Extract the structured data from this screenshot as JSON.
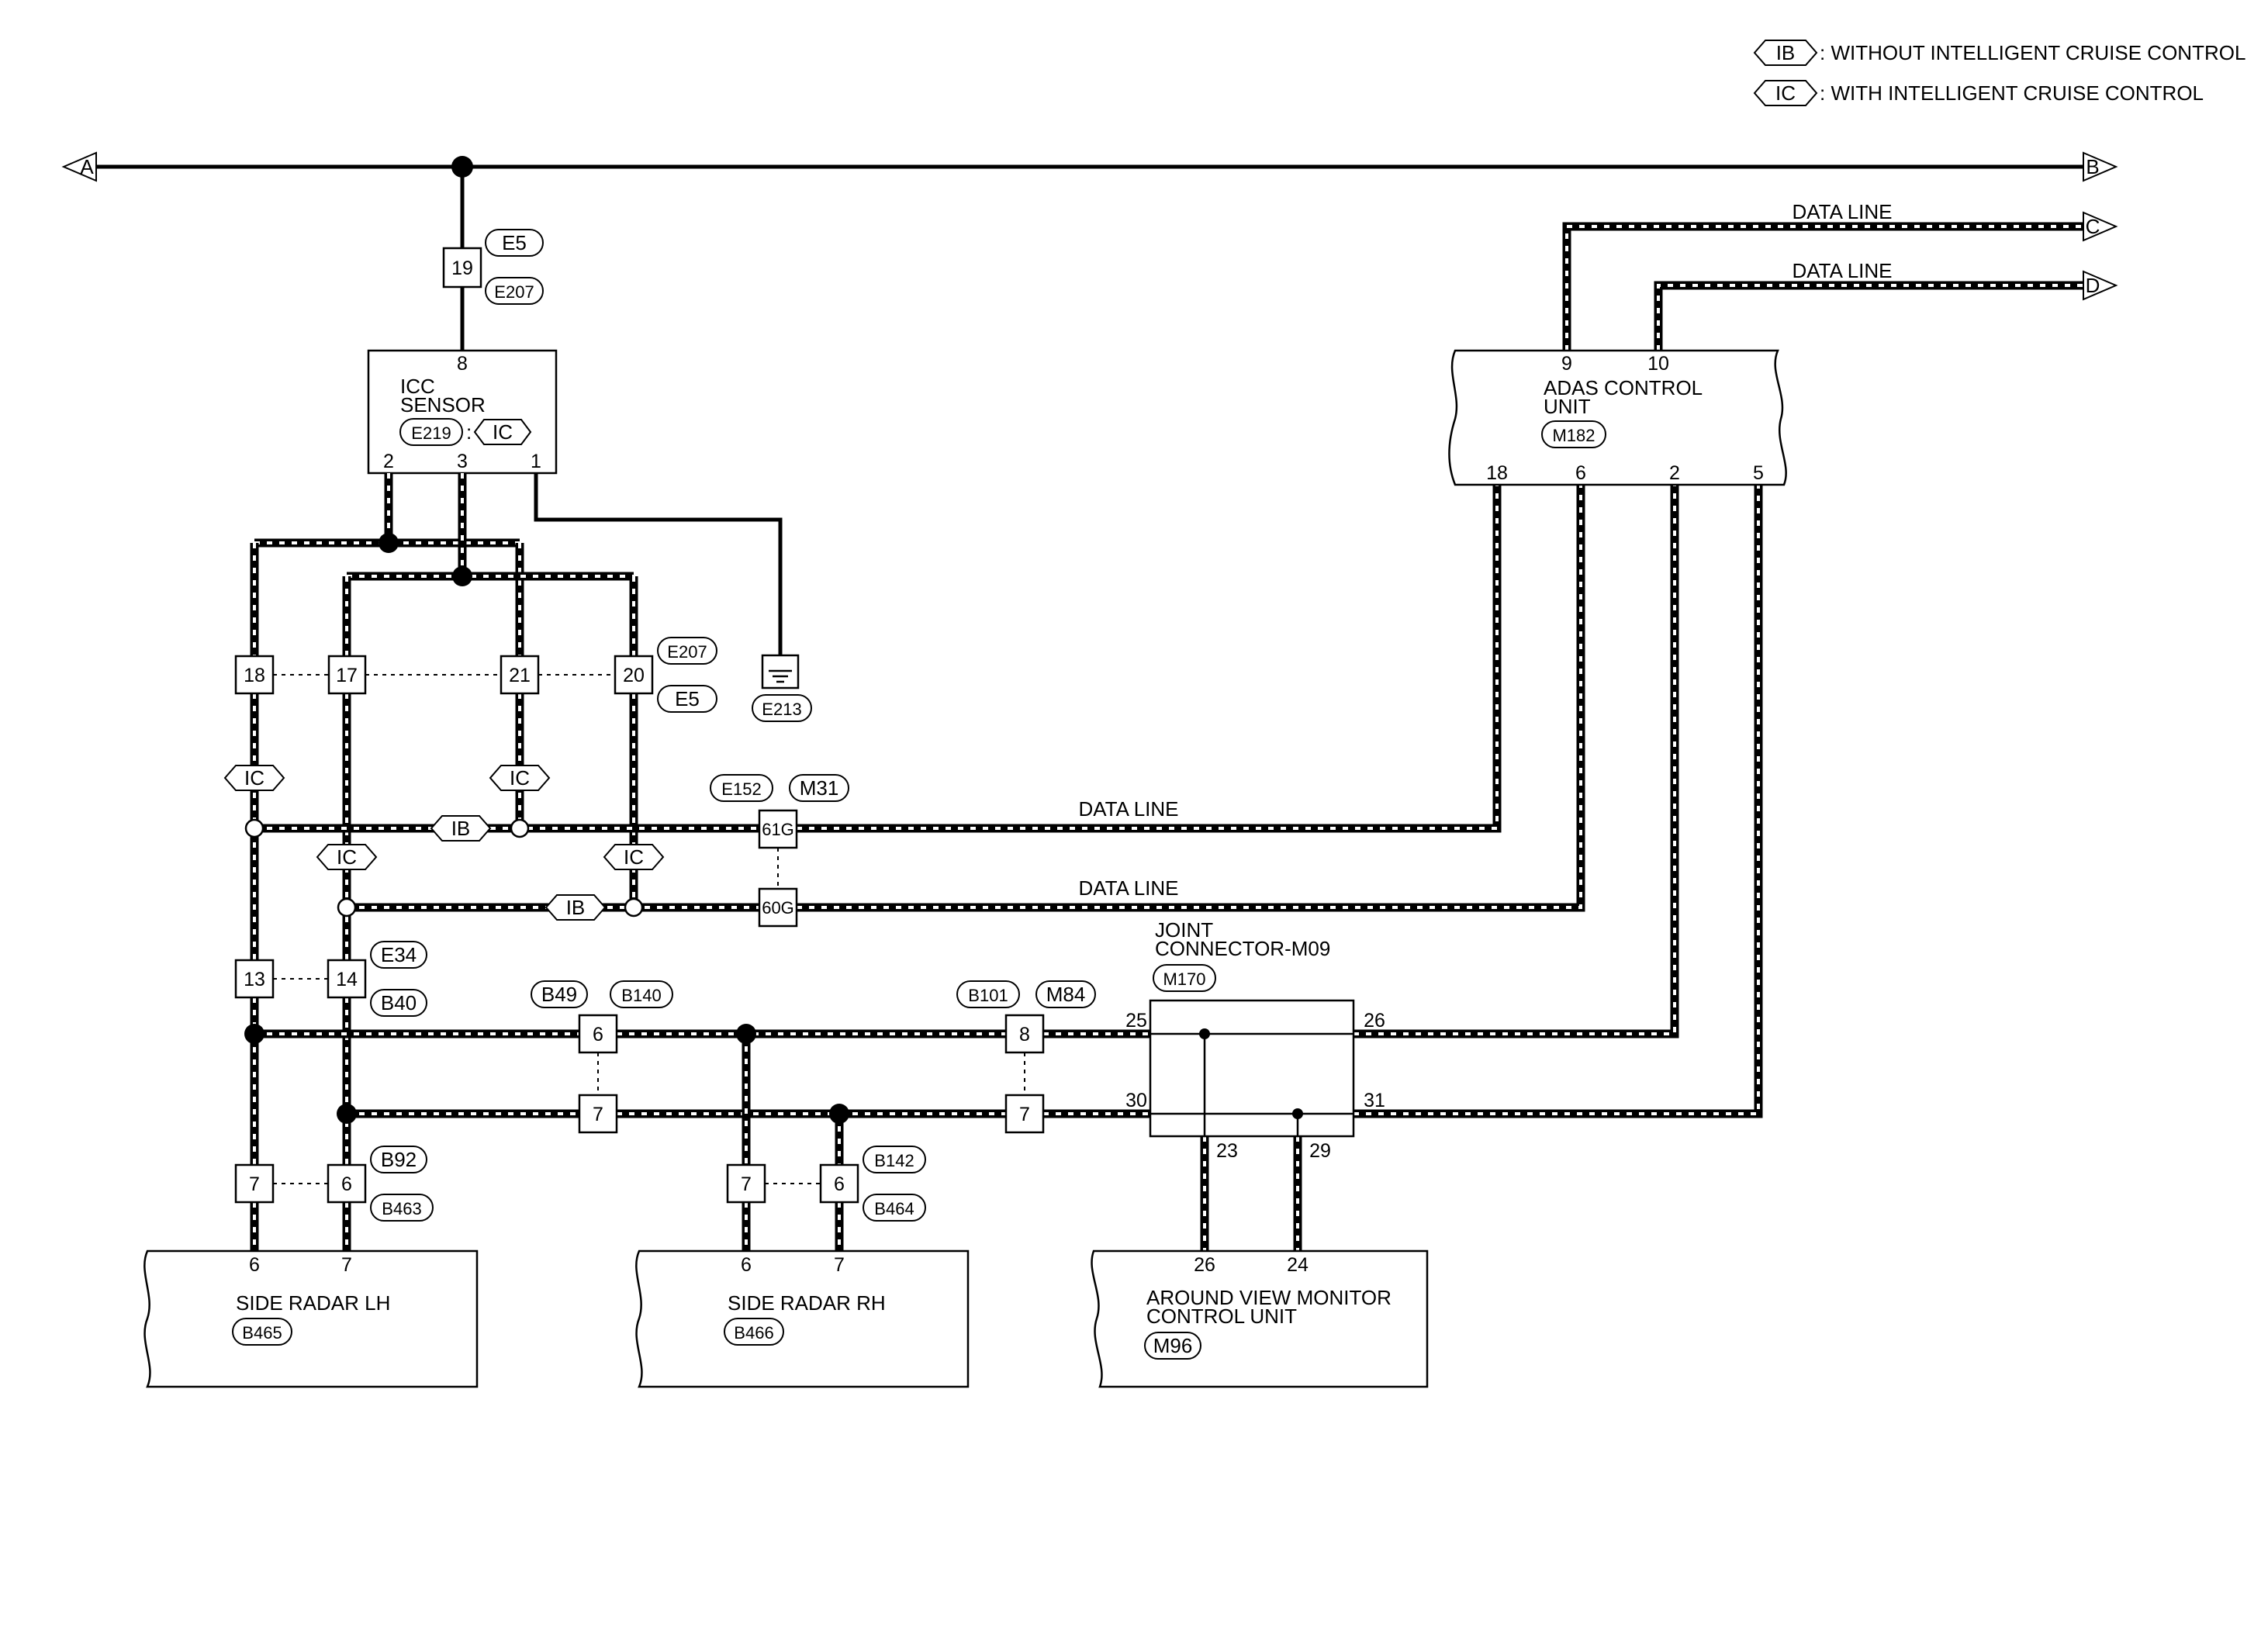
{
  "legend": {
    "ib_code": "IB",
    "ib_text": ": WITHOUT INTELLIGENT CRUISE CONTROL",
    "ic_code": "IC",
    "ic_text": ": WITH INTELLIGENT CRUISE CONTROL"
  },
  "flags": {
    "a": "A",
    "b": "B",
    "c": "C",
    "d": "D"
  },
  "data_line_labels": [
    "DATA LINE",
    "DATA LINE",
    "DATA LINE",
    "DATA LINE"
  ],
  "icc_sensor": {
    "name_line1": "ICC",
    "name_line2": "SENSOR",
    "connector": "E219",
    "separator": ":",
    "variant": "IC",
    "pins": {
      "top": "8",
      "p2": "2",
      "p3": "3",
      "p1": "1"
    }
  },
  "adas_control_unit": {
    "name_line1": "ADAS CONTROL",
    "name_line2": "UNIT",
    "connector": "M182",
    "pins": {
      "p9": "9",
      "p10": "10",
      "p18": "18",
      "p6": "6",
      "p2": "2",
      "p5": "5"
    }
  },
  "joint_connector": {
    "name_line1": "JOINT",
    "name_line2": "CONNECTOR-M09",
    "connector": "M170",
    "pins": {
      "p25": "25",
      "p26": "26",
      "p30": "30",
      "p31": "31",
      "p23": "23",
      "p29": "29"
    }
  },
  "around_view_monitor": {
    "name_line1": "AROUND VIEW MONITOR",
    "name_line2": "CONTROL UNIT",
    "connector": "M96",
    "pins": {
      "p26": "26",
      "p24": "24"
    }
  },
  "side_radar_lh": {
    "name": "SIDE RADAR LH",
    "connector": "B465",
    "pins": {
      "p6": "6",
      "p7": "7"
    }
  },
  "side_radar_rh": {
    "name": "SIDE RADAR RH",
    "connector": "B466",
    "pins": {
      "p6": "6",
      "p7": "7"
    }
  },
  "ground": {
    "connector": "E213"
  },
  "connector_pins": {
    "e5_19": "19",
    "e207_18": "18",
    "e207_17": "17",
    "e207_21": "21",
    "e207_20": "20",
    "m31_61g": "61G",
    "m31_60g": "60G",
    "b40_13": "13",
    "b40_14": "14",
    "b140_6": "6",
    "b140_7": "7",
    "m84_8": "8",
    "m84_7": "7",
    "b463_7": "7",
    "b463_6": "6",
    "b464_7": "7",
    "b464_6": "6"
  },
  "connector_tags": {
    "e5_top": "E5",
    "e207_top": "E207",
    "e207_mid": "E207",
    "e5_mid": "E5",
    "e152": "E152",
    "m31": "M31",
    "e34": "E34",
    "b40": "B40",
    "b49": "B49",
    "b140": "B140",
    "b101": "B101",
    "m84": "M84",
    "b92": "B92",
    "b463": "B463",
    "b142": "B142",
    "b464": "B464"
  },
  "variant_marks": {
    "ic_1": "IC",
    "ic_2": "IC",
    "ic_3": "IC",
    "ic_4": "IC",
    "ib_1": "IB",
    "ib_2": "IB"
  }
}
